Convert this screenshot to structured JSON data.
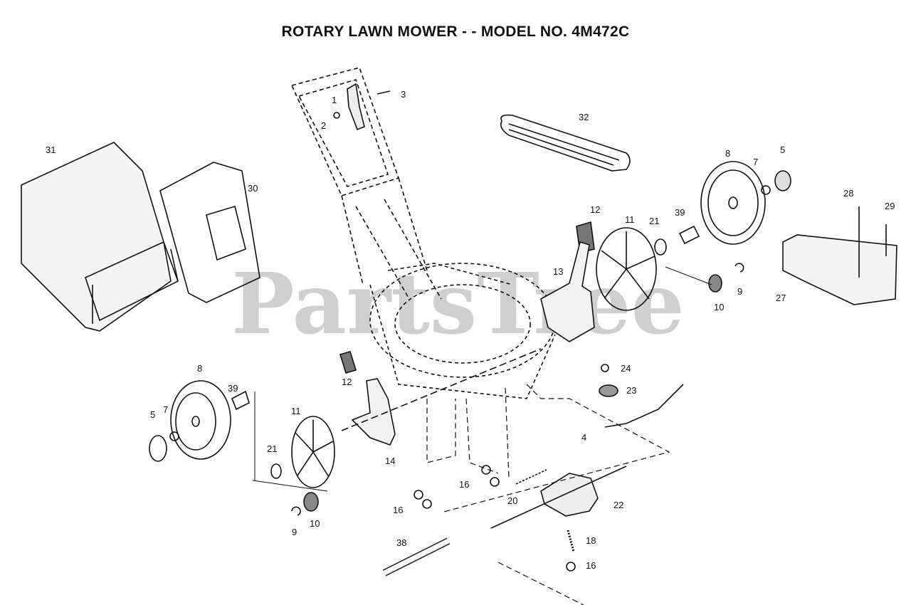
{
  "title": "ROTARY LAWN MOWER - - MODEL NO. 4M472C",
  "watermark": "PartsTree",
  "parts": [
    {
      "id": "label-1",
      "text": "1"
    },
    {
      "id": "label-2",
      "text": "2"
    },
    {
      "id": "label-3",
      "text": "3"
    },
    {
      "id": "label-32",
      "text": "32"
    },
    {
      "id": "label-31",
      "text": "31"
    },
    {
      "id": "label-30",
      "text": "30"
    },
    {
      "id": "label-8-right",
      "text": "8"
    },
    {
      "id": "label-7-right",
      "text": "7"
    },
    {
      "id": "label-5-right",
      "text": "5"
    },
    {
      "id": "label-28",
      "text": "28"
    },
    {
      "id": "label-29",
      "text": "29"
    },
    {
      "id": "label-12-right",
      "text": "12"
    },
    {
      "id": "label-11-right",
      "text": "11"
    },
    {
      "id": "label-21-right",
      "text": "21"
    },
    {
      "id": "label-39-right",
      "text": "39"
    },
    {
      "id": "label-13",
      "text": "13"
    },
    {
      "id": "label-10-right",
      "text": "10"
    },
    {
      "id": "label-9-right",
      "text": "9"
    },
    {
      "id": "label-27",
      "text": "27"
    },
    {
      "id": "label-24",
      "text": "24"
    },
    {
      "id": "label-23",
      "text": "23"
    },
    {
      "id": "label-12-left",
      "text": "12"
    },
    {
      "id": "label-8-left",
      "text": "8"
    },
    {
      "id": "label-39-left",
      "text": "39"
    },
    {
      "id": "label-11-left",
      "text": "11"
    },
    {
      "id": "label-5-left",
      "text": "5"
    },
    {
      "id": "label-7-left",
      "text": "7"
    },
    {
      "id": "label-14",
      "text": "14"
    },
    {
      "id": "label-21-left",
      "text": "21"
    },
    {
      "id": "label-4",
      "text": "4"
    },
    {
      "id": "label-16-mid",
      "text": "16"
    },
    {
      "id": "label-16-left",
      "text": "16"
    },
    {
      "id": "label-20",
      "text": "20"
    },
    {
      "id": "label-22",
      "text": "22"
    },
    {
      "id": "label-9-left",
      "text": "9"
    },
    {
      "id": "label-10-left",
      "text": "10"
    },
    {
      "id": "label-18",
      "text": "18"
    },
    {
      "id": "label-38",
      "text": "38"
    },
    {
      "id": "label-16-bottom",
      "text": "16"
    }
  ]
}
